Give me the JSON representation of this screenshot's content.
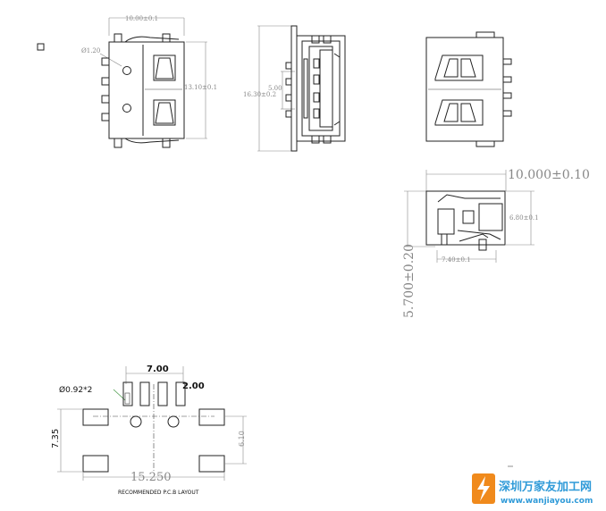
{
  "dimensions": {
    "top_width": "10.00±0.1",
    "top_height": "13.10±0.1",
    "hole_dia": "Ø1.20",
    "side_height": "16.30±0.2",
    "side_inner": "5.00",
    "detail_width": "10.000±0.10",
    "detail_height": "6.80±0.1",
    "detail_base": "7.40±0.1",
    "detail_vertical": "5.700±0.20",
    "pcb_pitch": "7.00",
    "pcb_small": "2.00",
    "pcb_hole": "Ø0.92*2",
    "pcb_height_left": "7.35",
    "pcb_height_right": "6.10",
    "pcb_total_width": "15.250"
  },
  "labels": {
    "pcb_layout": "RECOMMENDED P.C.B LAYOUT"
  },
  "watermark": {
    "text_cn": "深圳万家友加工网",
    "url": "www.wanjiayou.com",
    "brand_color": "#2f9ad8",
    "accent_color": "#f08a1c"
  }
}
